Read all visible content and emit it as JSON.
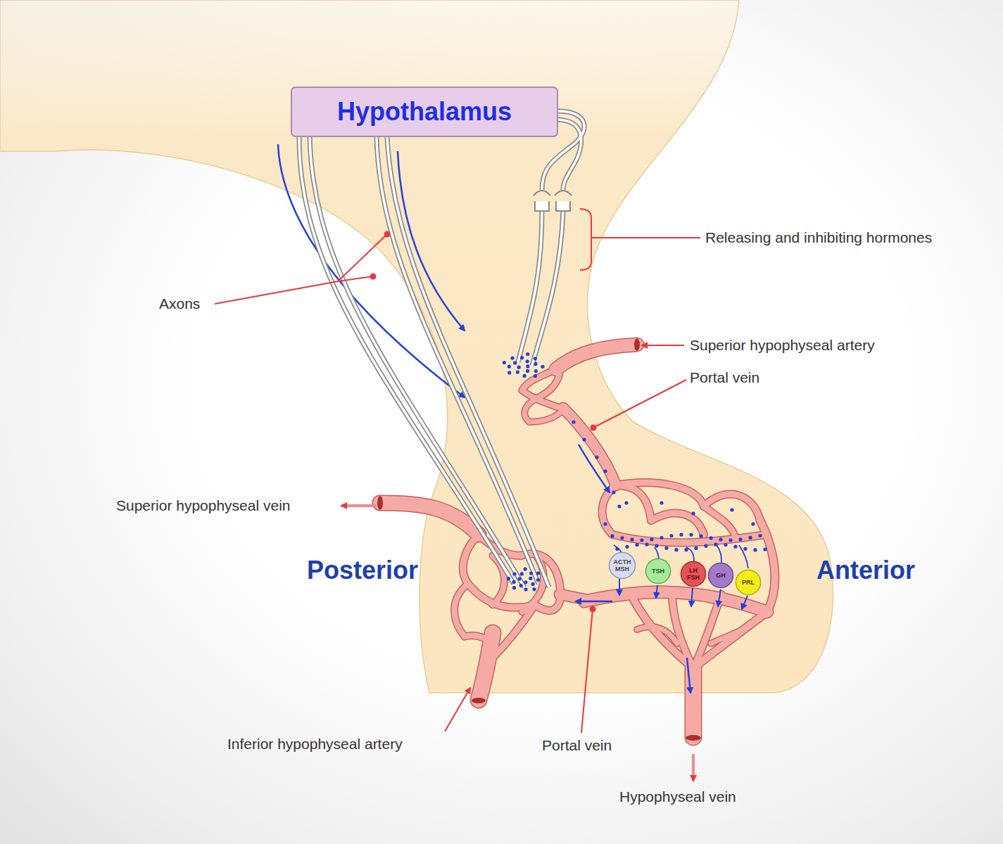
{
  "diagram": {
    "nodes": [
      {
        "text": [
          "Hypothalamus"
        ]
      },
      {
        "text": [
          "ACTH MSH"
        ]
      },
      {
        "text": [
          "TSH"
        ]
      },
      {
        "text": [
          "LH FSH"
        ]
      },
      {
        "text": [
          "GH"
        ]
      },
      {
        "text": [
          "PRL"
        ]
      }
    ],
    "labels": [
      "Releasing and inhibiting hormones",
      "Axons",
      "Superior hypophyseal artery",
      "Portal vein",
      "Superior hypophyseal vein",
      "Posterior",
      "Anterior",
      "Inferior hypophyseal artery",
      "Portal vein",
      "Hypophyseal vein"
    ]
  }
}
